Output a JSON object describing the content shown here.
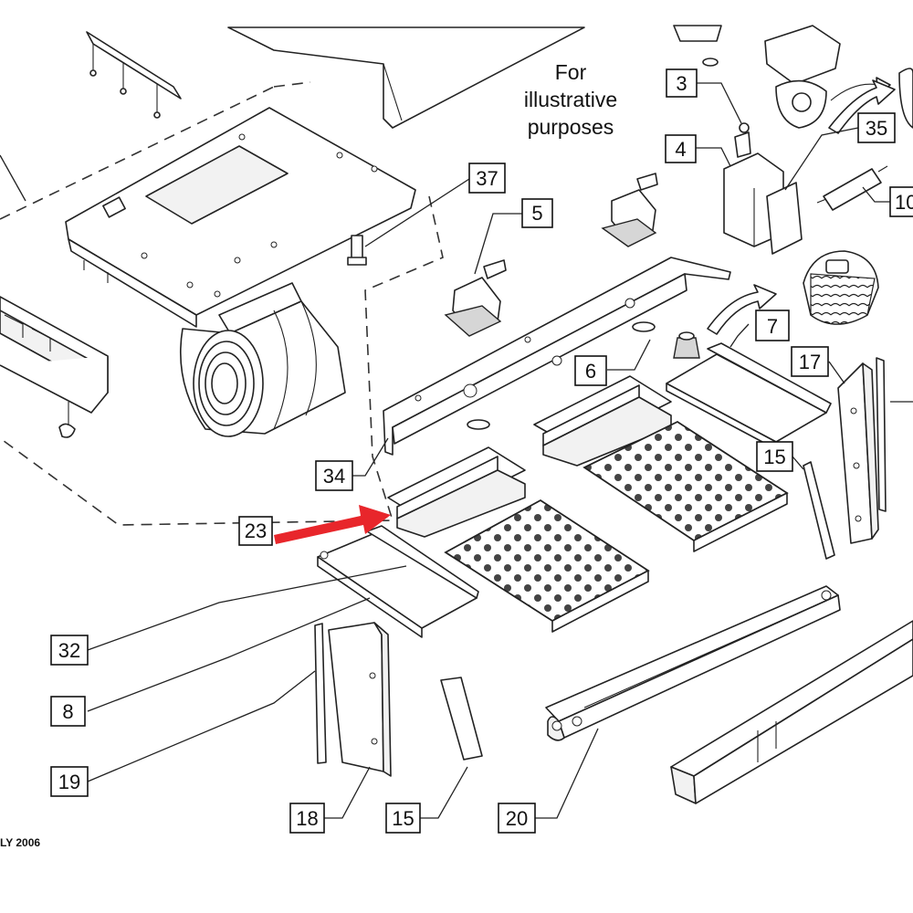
{
  "note": {
    "lines": [
      "For",
      "illustrative",
      "purposes"
    ]
  },
  "footer": {
    "stamp": "LY 2006"
  },
  "callouts": {
    "c3": "3",
    "c4": "4",
    "c35": "35",
    "c10": "10",
    "c37": "37",
    "c5": "5",
    "c7": "7",
    "c17": "17",
    "c6": "6",
    "c15a": "15",
    "c34": "34",
    "c23": "23",
    "c32": "32",
    "c8": "8",
    "c19": "19",
    "c18": "18",
    "c15b": "15",
    "c20": "20"
  },
  "colors": {
    "highlight_arrow": "#e8262b"
  }
}
